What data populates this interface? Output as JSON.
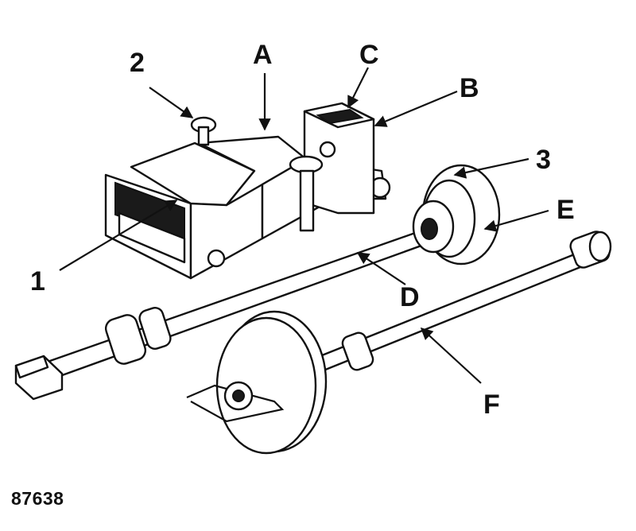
{
  "callouts": {
    "n1": "1",
    "n2": "2",
    "n3": "3",
    "A": "A",
    "B": "B",
    "C": "C",
    "D": "D",
    "E": "E",
    "F": "F"
  },
  "figure_number": "87638",
  "colors": {
    "ink": "#111111",
    "paper": "#ffffff"
  }
}
